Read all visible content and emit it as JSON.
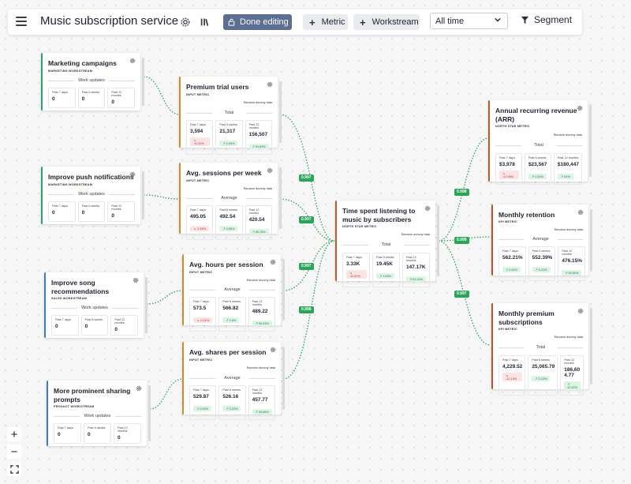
{
  "toolbar": {
    "title": "Music subscription service",
    "done_label": "Done editing",
    "metric_label": "Metric",
    "workstream_label": "Workstream",
    "time_select": "All time",
    "segment_label": "Segment"
  },
  "workstreams": [
    {
      "id": "ws1",
      "title": "Marketing campaigns",
      "sub": "MARKETING WORKSTREAM",
      "section": "Work updates",
      "stats": [
        {
          "label": "Past 7 days",
          "value": "0"
        },
        {
          "label": "Past 6 weeks",
          "value": "0"
        },
        {
          "label": "Past 12 months",
          "value": "0"
        }
      ]
    },
    {
      "id": "ws2",
      "title": "Improve push notifications",
      "sub": "MARKETING WORKSTREAM",
      "section": "Work updates",
      "stats": [
        {
          "label": "Past 7 days",
          "value": "0"
        },
        {
          "label": "Past 6 weeks",
          "value": "0"
        },
        {
          "label": "Past 12 months",
          "value": "0"
        }
      ]
    },
    {
      "id": "ws3",
      "title": "Improve song recommendations",
      "sub": "SALES WORKSTREAM",
      "section": "Work updates",
      "stats": [
        {
          "label": "Past 7 days",
          "value": "0"
        },
        {
          "label": "Past 6 weeks",
          "value": "0"
        },
        {
          "label": "Past 12 months",
          "value": "0"
        }
      ]
    },
    {
      "id": "ws4",
      "title": "More prominent sharing prompts",
      "sub": "PRODUCT WORKSTREAM",
      "section": "Work updates",
      "stats": [
        {
          "label": "Past 7 days",
          "value": "0"
        },
        {
          "label": "Past 6 weeks",
          "value": "0"
        },
        {
          "label": "Past 12 months",
          "value": "0"
        }
      ]
    }
  ],
  "inputs": [
    {
      "id": "m1",
      "title": "Premium trial users",
      "sub": "INPUT METRIC",
      "rand": "Random dummy data",
      "section": "Total",
      "stats": [
        {
          "label": "Past 7 days",
          "value": "3,594",
          "delta": "-11.92%",
          "dir": "neg"
        },
        {
          "label": "Past 6 weeks",
          "value": "21,317",
          "delta": "2.63%",
          "dir": "pos"
        },
        {
          "label": "Past 12 months",
          "value": "156,507",
          "delta": "51.63%",
          "dir": "pos"
        }
      ]
    },
    {
      "id": "m2",
      "title": "Avg. sessions per week",
      "sub": "INPUT METRIC",
      "rand": "Random dummy data",
      "section": "Average",
      "stats": [
        {
          "label": "Past 7 days",
          "value": "495.05",
          "delta": "-0.16%",
          "dir": "neg"
        },
        {
          "label": "Past 6 weeks",
          "value": "492.54",
          "delta": "4.85%",
          "dir": "pos"
        },
        {
          "label": "Past 12 months",
          "value": "420.54",
          "delta": "56.15%",
          "dir": "pos"
        }
      ]
    },
    {
      "id": "m3",
      "title": "Avg. hours per session",
      "sub": "INPUT METRIC",
      "rand": "Random dummy data",
      "section": "Average",
      "stats": [
        {
          "label": "Past 7 days",
          "value": "573.5",
          "delta": "-0.21%",
          "dir": "neg"
        },
        {
          "label": "Past 6 weeks",
          "value": "566.82",
          "delta": "2.8%",
          "dir": "pos"
        },
        {
          "label": "Past 12 months",
          "value": "489.22",
          "delta": "50.23%",
          "dir": "pos"
        }
      ]
    },
    {
      "id": "m4",
      "title": "Avg. shares per session",
      "sub": "INPUT METRIC",
      "rand": "Random dummy data",
      "section": "Average",
      "stats": [
        {
          "label": "Past 7 days",
          "value": "529.87",
          "delta": "0.52%",
          "dir": "pos"
        },
        {
          "label": "Past 6 weeks",
          "value": "526.16",
          "delta": "3.23%",
          "dir": "pos"
        },
        {
          "label": "Past 12 months",
          "value": "457.77",
          "delta": "49.66%",
          "dir": "pos"
        }
      ]
    }
  ],
  "north": {
    "title": "Time spent listening to music by subscribers",
    "sub": "NORTH STAR METRIC",
    "rand": "Random dummy data",
    "section": "Total",
    "stats": [
      {
        "label": "Past 7 days",
        "value": "3.33K",
        "delta": "-11.67%",
        "dir": "neg"
      },
      {
        "label": "Past 6 weeks",
        "value": "19.45K",
        "delta": "1.66%",
        "dir": "pos"
      },
      {
        "label": "Past 12 months",
        "value": "147.17K",
        "delta": "61.32%",
        "dir": "pos"
      }
    ]
  },
  "outputs": [
    {
      "id": "o1",
      "title": "Annual recurring revenue (ARR)",
      "sub": "NORTH STAR METRIC",
      "rand": "Random dummy data",
      "section": "Total",
      "stats": [
        {
          "label": "Past 7 days",
          "value": "$3,978",
          "delta": "-12.06%",
          "dir": "neg"
        },
        {
          "label": "Past 6 weeks",
          "value": "$23,567",
          "delta": "1.52%",
          "dir": "pos"
        },
        {
          "label": "Past 12 months",
          "value": "$180,447",
          "delta": "51%",
          "dir": "pos"
        }
      ]
    },
    {
      "id": "o2",
      "title": "Monthly retention",
      "sub": "KPI METRIC",
      "rand": "Random dummy data",
      "section": "Average",
      "stats": [
        {
          "label": "Past 7 days",
          "value": "562.21%",
          "delta": "0.91%",
          "dir": "pos"
        },
        {
          "label": "Past 6 weeks",
          "value": "552.39%",
          "delta": "4.23%",
          "dir": "pos"
        },
        {
          "label": "Past 12 months",
          "value": "476.15%",
          "delta": "50.55%",
          "dir": "pos"
        }
      ]
    },
    {
      "id": "o3",
      "title": "Monthly premium subscriptions",
      "sub": "KPI METRIC",
      "rand": "Random dummy data",
      "section": "Total",
      "stats": [
        {
          "label": "Past 7 days",
          "value": "4,229.52",
          "delta": "-12.13%",
          "dir": "neg"
        },
        {
          "label": "Past 6 weeks",
          "value": "25,065.79",
          "delta": "2.13%",
          "dir": "pos"
        },
        {
          "label": "Past 12 months",
          "value": "186,604.77",
          "delta": "42.42%",
          "dir": "pos"
        }
      ]
    }
  ],
  "edge_labels": [
    "0.997",
    "0.997",
    "0.997",
    "0.998",
    "0.998",
    "0.999",
    "0.997"
  ],
  "colors": {
    "edge": "#2aa45a",
    "done_button": "#5c6f93"
  }
}
